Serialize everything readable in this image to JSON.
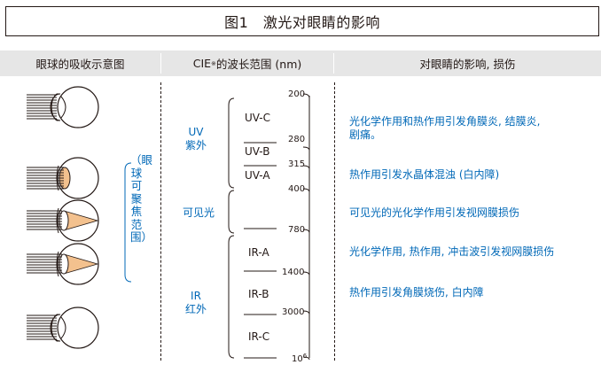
{
  "title": "图1　激光对眼睛的影响",
  "headers": {
    "col1": "眼球的吸收示意图",
    "col2_prefix": "CIE",
    "col2_mark": "※",
    "col2_suffix": "的波长范围 (nm)",
    "col3": "对眼睛的影响, 损伤"
  },
  "focus_label": "（眼球可聚焦范围）",
  "regions": {
    "uv": {
      "abbr": "UV",
      "name": "紫外"
    },
    "visible": {
      "name": "可见光"
    },
    "ir": {
      "abbr": "IR",
      "name": "红外"
    }
  },
  "bands": {
    "uvc": "UV-C",
    "uvb": "UV-B",
    "uva": "UV-A",
    "ira": "IR-A",
    "irb": "IR-B",
    "irc": "IR-C"
  },
  "ticks": {
    "t200": "200",
    "t280": "280",
    "t315": "315",
    "t400": "400",
    "t780": "780",
    "t1400": "1400",
    "t3000": "3000",
    "t1e6_base": "10",
    "t1e6_exp": "6"
  },
  "effects": {
    "uvc_uvb_line1": "光化学作用和热作用引发角膜炎, 结膜炎,",
    "uvc_uvb_line2": "剧痛。",
    "uva": "热作用引发水晶体混浊 (白内障)",
    "visible": "可见光的光化学作用引发视网膜损伤",
    "ira": "光化学作用, 热作用, 冲击波引发视网膜损伤",
    "irb_irc": "热作用引发角膜烧伤, 白内障"
  },
  "colors": {
    "accent_blue": "#0068b7",
    "header_bg": "#e6e6e6",
    "lens_orange": "#f3c18e"
  }
}
